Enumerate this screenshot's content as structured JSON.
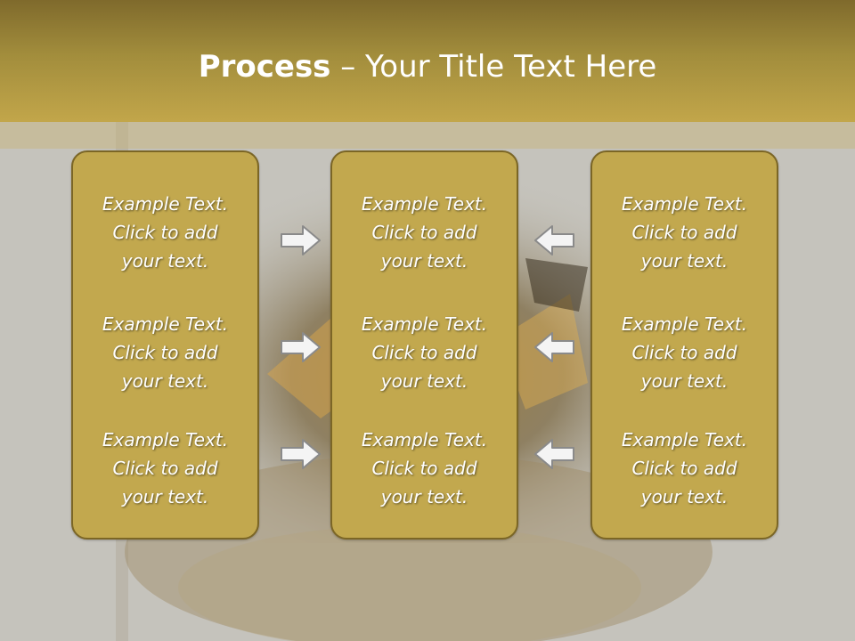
{
  "slide": {
    "title_bold": "Process",
    "title_rest": " – Your Title Text Here"
  },
  "columns": [
    {
      "items": [
        {
          "line1": "Example Text.",
          "line2": "Click  to add",
          "line3": "your text."
        },
        {
          "line1": "Example Text.",
          "line2": "Click  to add",
          "line3": "your text."
        },
        {
          "line1": "Example Text.",
          "line2": "Click  to add",
          "line3": "your text."
        }
      ]
    },
    {
      "items": [
        {
          "line1": "Example Text.",
          "line2": "Click  to add",
          "line3": "your text."
        },
        {
          "line1": "Example Text.",
          "line2": "Click  to add",
          "line3": "your text."
        },
        {
          "line1": "Example Text.",
          "line2": "Click  to add",
          "line3": "your text."
        }
      ]
    },
    {
      "items": [
        {
          "line1": "Example Text.",
          "line2": "Click  to add",
          "line3": "your text."
        },
        {
          "line1": "Example Text.",
          "line2": "Click  to add",
          "line3": "your text."
        },
        {
          "line1": "Example Text.",
          "line2": "Click  to add",
          "line3": "your text."
        }
      ]
    }
  ],
  "arrows": {
    "left_group": "arrow-right-icon",
    "right_group": "arrow-left-icon"
  },
  "colors": {
    "title_bar": "#a28d3c",
    "box_fill": "#c2a84e",
    "box_border": "#7b6626",
    "text": "#ffffff"
  }
}
